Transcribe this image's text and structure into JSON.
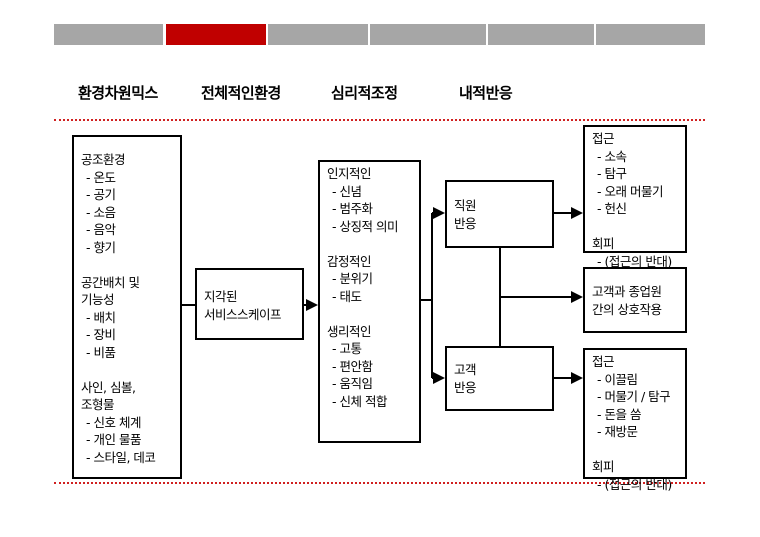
{
  "nav": {
    "segments": [
      "",
      "",
      "",
      "",
      "",
      ""
    ],
    "active_index": 1,
    "accent": "#c00000"
  },
  "columns": [
    "환경차원믹스",
    "전체적인환경",
    "심리적조정",
    "내적반응"
  ],
  "boxes": {
    "environment": [
      {
        "head": [
          "공조환경"
        ],
        "items": [
          "- 온도",
          "- 공기",
          "- 소음",
          "- 음악",
          "- 향기"
        ]
      },
      {
        "head": [
          "공간배치 및",
          "기능성"
        ],
        "items": [
          "- 배치",
          "- 장비",
          "- 비품"
        ]
      },
      {
        "head": [
          "사인, 심볼,",
          "조형물"
        ],
        "items": [
          "- 신호 체계",
          "- 개인 물품",
          "- 스타일, 데코"
        ]
      }
    ],
    "perceived": [
      {
        "head": [
          "지각된",
          "서비스스케이프"
        ],
        "items": []
      }
    ],
    "psych": [
      {
        "head": [
          "인지적인"
        ],
        "items": [
          "- 신념",
          "- 범주화",
          "- 상징적 의미"
        ]
      },
      {
        "head": [
          "감정적인"
        ],
        "items": [
          "- 분위기",
          "- 태도"
        ]
      },
      {
        "head": [
          "생리적인"
        ],
        "items": [
          "- 고통",
          "- 편안함",
          "- 움직임",
          "- 신체 적합"
        ]
      }
    ],
    "employee": [
      {
        "head": [
          "직원",
          "반응"
        ],
        "items": []
      }
    ],
    "customer": [
      {
        "head": [
          "고객",
          "반응"
        ],
        "items": []
      }
    ],
    "employee_out": [
      {
        "head": [
          "접근"
        ],
        "items": [
          "- 소속",
          "- 탐구",
          "- 오래 머물기",
          "- 헌신"
        ]
      },
      {
        "head": [
          "회피"
        ],
        "items": [
          "- (접근의 반대)"
        ]
      }
    ],
    "interaction": [
      {
        "head": [
          "고객과 종업원",
          "간의 상호작용"
        ],
        "items": []
      }
    ],
    "customer_out": [
      {
        "head": [
          "접근"
        ],
        "items": [
          "- 이끌림",
          "- 머물기 / 탐구",
          "- 돈을 씀",
          "- 재방문"
        ]
      },
      {
        "head": [
          "회피"
        ],
        "items": [
          "- (접근의 반대)"
        ]
      }
    ]
  }
}
